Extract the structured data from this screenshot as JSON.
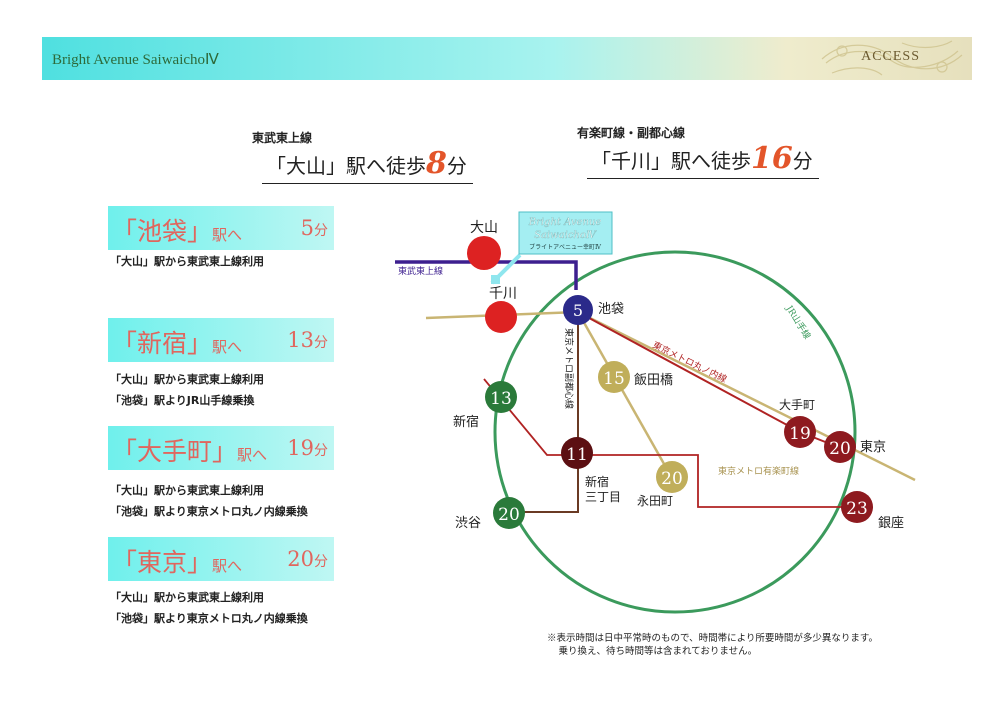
{
  "header": {
    "title": "Bright Avenue SaiwaichoⅣ",
    "section": "ACCESS"
  },
  "walk_routes": [
    {
      "line": "東武東上線",
      "prefix": "「大山」駅へ徒歩",
      "minutes": "8",
      "unit": "分"
    },
    {
      "line": "有楽町線・副都心線",
      "prefix": "「千川」駅へ徒歩",
      "minutes": "16",
      "unit": "分"
    }
  ],
  "routes": [
    {
      "dest": "「池袋」",
      "suffix": "駅へ",
      "time": "5",
      "unit": "分",
      "notes": [
        "「大山」駅から東武東上線利用"
      ]
    },
    {
      "dest": "「新宿」",
      "suffix": "駅へ",
      "time": "13",
      "unit": "分",
      "notes": [
        "「大山」駅から東武東上線利用",
        "「池袋」駅よりJR山手線乗換"
      ]
    },
    {
      "dest": "「大手町」",
      "suffix": "駅へ",
      "time": "19",
      "unit": "分",
      "notes": [
        "「大山」駅から東武東上線利用",
        "「池袋」駅より東京メトロ丸ノ内線乗換"
      ]
    },
    {
      "dest": "「東京」",
      "suffix": "駅へ",
      "time": "20",
      "unit": "分",
      "notes": [
        "「大山」駅から東武東上線利用",
        "「池袋」駅より東京メトロ丸ノ内線乗換"
      ]
    }
  ],
  "map": {
    "property_line1": "Bright Avenue",
    "property_line2": "SaiwaichoⅣ",
    "property_jp": "ブライトアベニュー幸町Ⅳ",
    "line_labels": {
      "tobu": "東武東上線",
      "yamanote": "JR山手線",
      "marunouchi": "東京メトロ丸ノ内線",
      "yurakucho": "東京メトロ有楽町線",
      "fukutoshin": "東京メトロ副都心線"
    },
    "stations": {
      "oyama": {
        "name": "大山",
        "time": ""
      },
      "senkawa": {
        "name": "千川",
        "time": ""
      },
      "ikebukuro": {
        "name": "池袋",
        "time": "5"
      },
      "iidabashi": {
        "name": "飯田橋",
        "time": "15"
      },
      "shinjuku": {
        "name": "新宿",
        "time": "13"
      },
      "shinjuku3": {
        "name1": "新宿",
        "name2": "三丁目",
        "time": "11"
      },
      "nagatacho": {
        "name": "永田町",
        "time": "20"
      },
      "otemachi": {
        "name": "大手町",
        "time": "19"
      },
      "tokyo": {
        "name": "東京",
        "time": "20"
      },
      "ginza": {
        "name": "銀座",
        "time": "23"
      },
      "shibuya": {
        "name": "渋谷",
        "time": "20"
      }
    },
    "colors": {
      "yamanote": "#3b9a5c",
      "tobu": "#3d1f8f",
      "marunouchi": "#b02323",
      "yurakucho": "#c9b573",
      "fukutoshin": "#6a3a24",
      "oyama": "#dd2222",
      "ikebukuro": "#2b2a8a",
      "iidabashi": "#c0ae5a",
      "shinjuku": "#2a7a3a",
      "shinjuku3": "#5c0f12",
      "marunouchi_station": "#8e1a1f"
    }
  },
  "footnote": {
    "line1": "※表示時間は日中平常時のもので、時間帯により所要時間が多少異なります。",
    "line2": "  乗り換え、待ち時間等は含まれておりません。"
  }
}
